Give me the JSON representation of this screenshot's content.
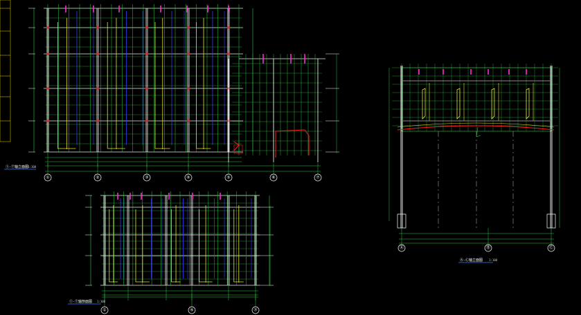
{
  "colors": {
    "background": "#000000",
    "grid": "#2ecc40",
    "column_white": "#ffffff",
    "beam_yellow": "#e8e82a",
    "brace_blue": "#3a3aff",
    "highlight_magenta": "#ff2bd6",
    "red": "#ff2020",
    "gray": "#8c8c8c"
  },
  "drawing_a": {
    "axis_labels": [
      "①",
      "②",
      "③",
      "④",
      "⑤",
      "⑥",
      "⑦"
    ],
    "title": "①-⑦轴立面图",
    "note": "1:100"
  },
  "drawing_b": {
    "axis_labels": [
      "Ⓐ",
      "Ⓑ",
      "Ⓒ"
    ],
    "title": "Ⓐ-Ⓒ轴立面图",
    "note": "1:100"
  },
  "drawing_c": {
    "axis_labels": [
      "①",
      "④",
      "⑦"
    ],
    "title": "①-⑦轴剖面图",
    "note": "1:100"
  }
}
